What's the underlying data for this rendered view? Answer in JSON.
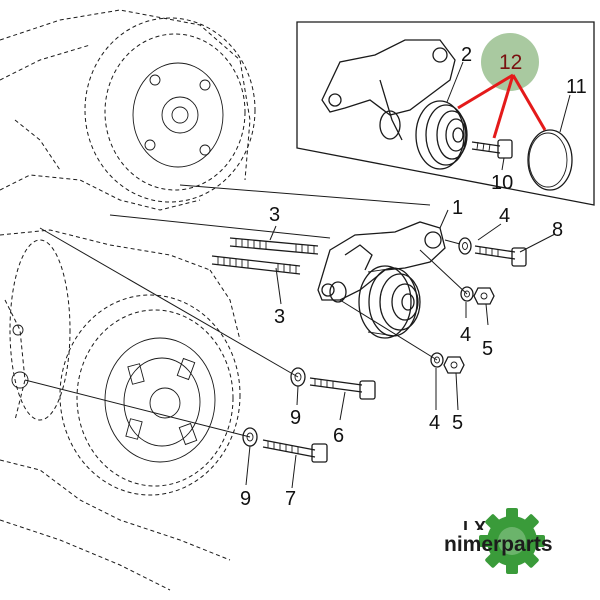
{
  "drawing_code": "LX 014",
  "watermark": {
    "brand": "nimerparts",
    "accent": "#3a9b3a",
    "icon": "gear-icon"
  },
  "highlight": {
    "circle_color": "#a9c9a0",
    "line_color": "#e41a1a"
  },
  "callouts": {
    "c1": "1",
    "c2": "2",
    "c3a": "3",
    "c3b": "3",
    "c4a": "4",
    "c4b": "4",
    "c4c": "4",
    "c5a": "5",
    "c5b": "5",
    "c6": "6",
    "c7": "7",
    "c8": "8",
    "c9a": "9",
    "c9b": "9",
    "c10": "10",
    "c11": "11",
    "c12": "12"
  }
}
